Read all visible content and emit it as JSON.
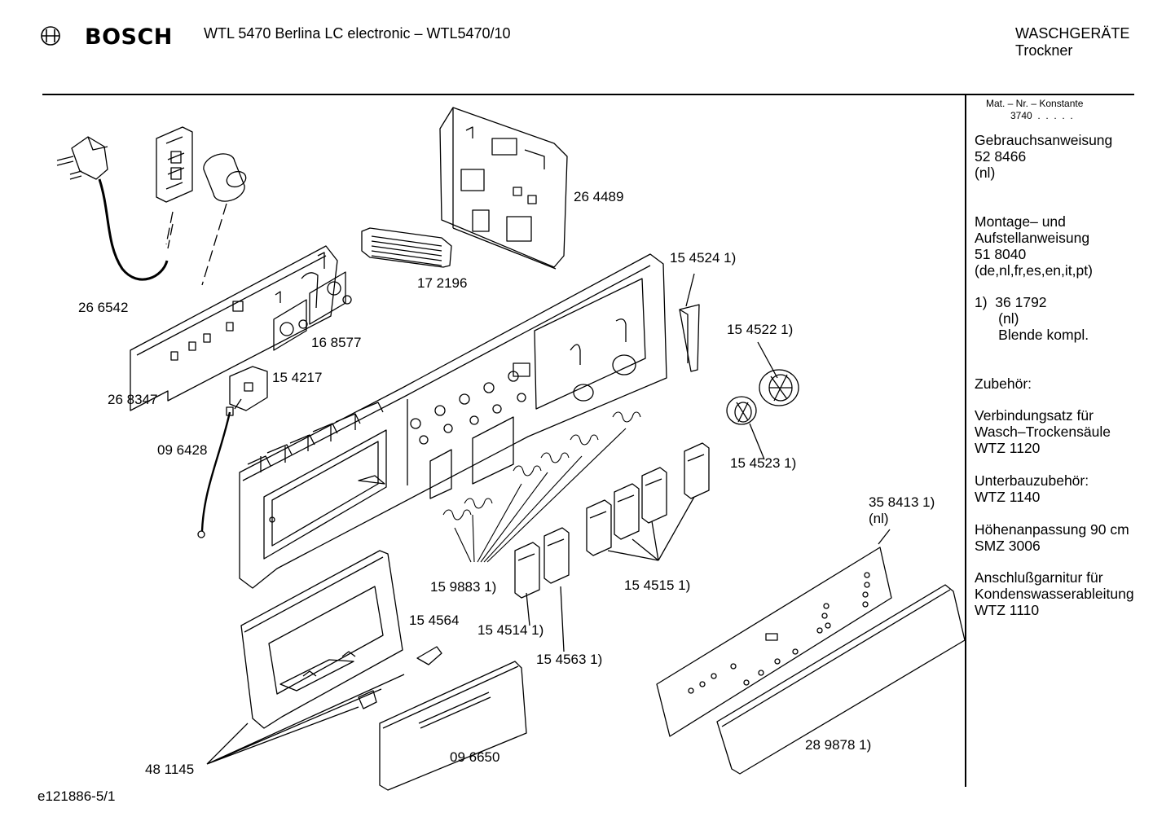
{
  "header": {
    "brand": "BOSCH",
    "model": "WTL 5470 Berlina LC electronic – WTL5470/10",
    "category": "WASCHGERÄTE",
    "subcategory": "Trockner",
    "logo_icon": "bosch-armature-icon"
  },
  "footer": {
    "doc_id": "e121886-5/1"
  },
  "sidebar": {
    "mat_header": "Mat. – Nr. – Konstante",
    "mat_value": "3740  .  .  .  .  .",
    "blocks": [
      "Gebrauchsanweisung\n52 8466\n(nl)",
      "Montage– und\nAufstellanweisung\n51 8040\n(de,nl,fr,es,en,it,pt)",
      "1)  36 1792\n      (nl)\n      Blende kompl.",
      "Zubehör:",
      "Verbindungsatz für\nWasch–Trockensäule\nWTZ 1120",
      "Unterbauzubehör:\nWTZ 1140",
      "Höhenanpassung 90 cm\nSMZ 3006",
      "Anschlußgarnitur für\nKondenswasserableitung\nWTZ 1110"
    ]
  },
  "callouts": [
    "26 4489",
    "17 2196",
    "26 6542",
    "16 8577",
    "26 8347",
    "15 4217",
    "09 6428",
    "15 4524 1)",
    "15 4522 1)",
    "15 4523 1)",
    "35 8413 1)",
    "(nl)",
    "15 9883 1)",
    "15 4515 1)",
    "15 4514 1)",
    "15 4563 1)",
    "15 4564",
    "09 6650",
    "48 1145",
    "28 9878 1)"
  ]
}
